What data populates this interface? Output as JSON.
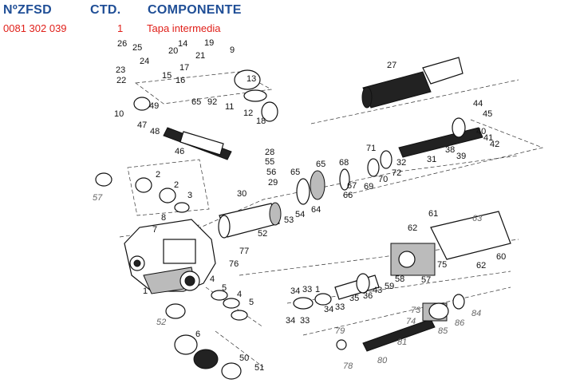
{
  "header": {
    "col_ref": "NºZFSD",
    "col_qty": "CTD.",
    "col_component": "COMPONENTE"
  },
  "row": {
    "ref": "0081 302 039",
    "qty": "1",
    "component": "Tapa intermedia"
  },
  "colors": {
    "header": "#1f4e96",
    "row": "#e0201a"
  },
  "callouts": [
    "26",
    "25",
    "24",
    "23",
    "22",
    "14",
    "19",
    "20",
    "21",
    "9",
    "15",
    "17",
    "16",
    "13",
    "65",
    "92",
    "11",
    "12",
    "18",
    "10",
    "49",
    "47",
    "48",
    "46",
    "27",
    "44",
    "45",
    "40",
    "41",
    "42",
    "38",
    "39",
    "31",
    "32",
    "71",
    "72",
    "70",
    "69",
    "68",
    "67",
    "66",
    "65",
    "65",
    "64",
    "28",
    "55",
    "56",
    "29",
    "30",
    "54",
    "53",
    "52",
    "2",
    "2",
    "3",
    "8",
    "7",
    "77",
    "76",
    "57",
    "1",
    "4",
    "5",
    "4",
    "5",
    "52",
    "6",
    "50",
    "51",
    "61",
    "62",
    "63",
    "60",
    "62",
    "75",
    "58",
    "59",
    "43",
    "36",
    "35",
    "57",
    "34",
    "33",
    "1",
    "34",
    "33",
    "34",
    "33",
    "73",
    "74",
    "85",
    "86",
    "84",
    "81",
    "79",
    "78",
    "80"
  ]
}
